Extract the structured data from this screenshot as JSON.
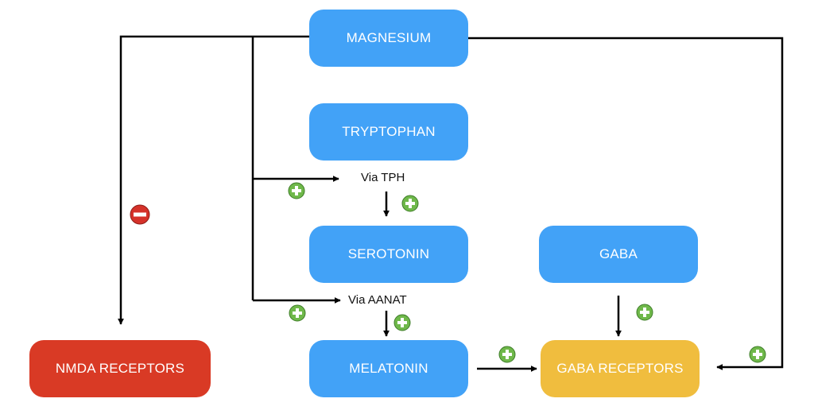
{
  "nodes": {
    "magnesium": "MAGNESIUM",
    "tryptophan": "TRYPTOPHAN",
    "serotonin": "SEROTONIN",
    "gaba": "GABA",
    "melatonin": "MELATONIN",
    "gaba_receptors": "GABA RECEPTORS",
    "nmda_receptors": "NMDA RECEPTORS"
  },
  "labels": {
    "via_tph": "Via TPH",
    "via_aanat": "Via AANAT"
  },
  "edges": [
    {
      "from": "magnesium",
      "to": "nmda_receptors",
      "effect": "inhibit"
    },
    {
      "from": "magnesium",
      "to": "via_tph",
      "effect": "promote"
    },
    {
      "from": "via_tph",
      "to": "serotonin",
      "effect": "promote"
    },
    {
      "from": "magnesium",
      "to": "via_aanat",
      "effect": "promote"
    },
    {
      "from": "via_aanat",
      "to": "melatonin",
      "effect": "promote"
    },
    {
      "from": "melatonin",
      "to": "gaba_receptors",
      "effect": "promote"
    },
    {
      "from": "gaba",
      "to": "gaba_receptors",
      "effect": "promote"
    },
    {
      "from": "magnesium",
      "to": "gaba_receptors",
      "effect": "promote"
    }
  ],
  "colors": {
    "process_node": "#42a2f7",
    "inhibited_node": "#d93a25",
    "target_node": "#f0bd3e",
    "promote_badge": "#6fb84a",
    "inhibit_badge": "#d5322a",
    "line": "#000000"
  },
  "icons": {
    "promote": "plus-circle-icon",
    "inhibit": "minus-circle-icon"
  }
}
